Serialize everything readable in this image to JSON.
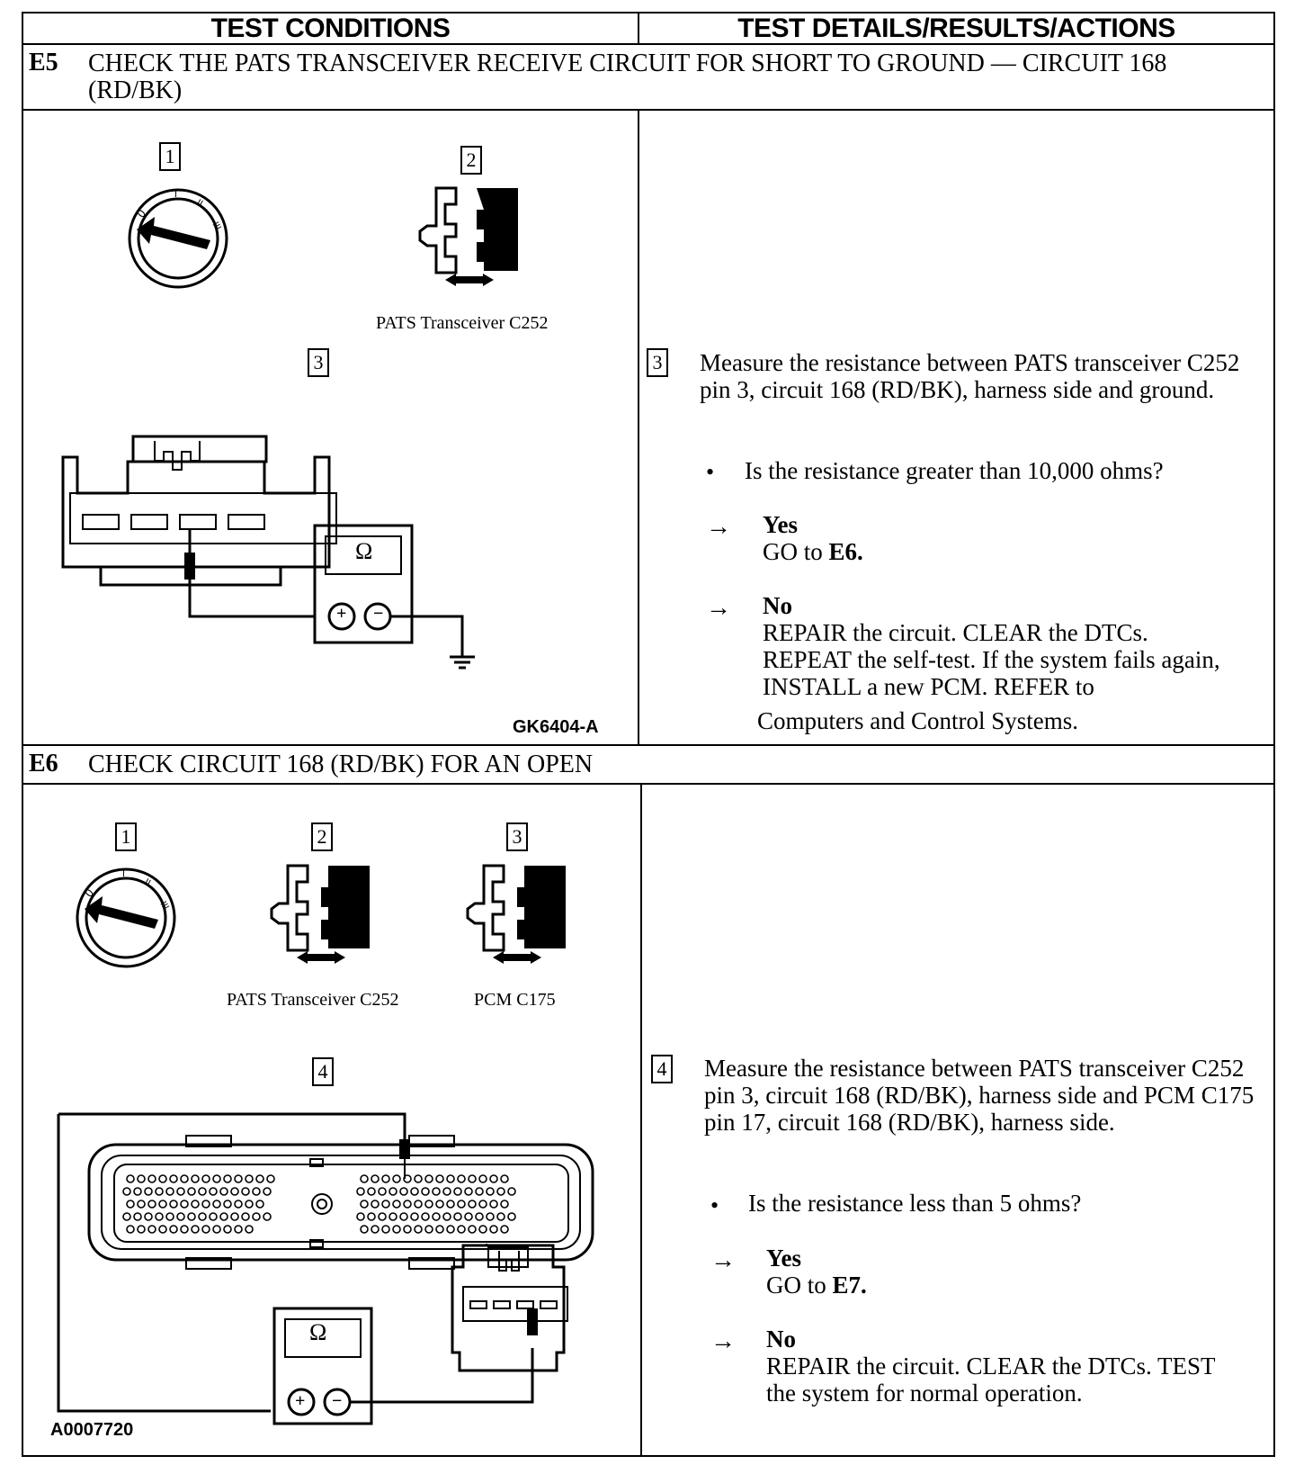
{
  "header": {
    "left": "TEST CONDITIONS",
    "right": "TEST DETAILS/RESULTS/ACTIONS"
  },
  "e5": {
    "id": "E5",
    "title": "CHECK THE PATS TRANSCEIVER RECEIVE CIRCUIT FOR SHORT TO GROUND — CIRCUIT 168 (RD/BK)",
    "fig_steps": [
      "1",
      "2",
      "3"
    ],
    "connector_label": "PATS Transceiver C252",
    "ohm_symbol": "Ω",
    "figure_id": "GK6404-A",
    "step_num": "3",
    "instruction": "Measure the resistance between PATS transceiver C252 pin 3, circuit 168 (RD/BK), harness side and ground.",
    "question": "Is the resistance greater than 10,000 ohms?",
    "yes_label": "Yes",
    "yes_action_prefix": "GO to ",
    "yes_action_target": "E6.",
    "no_label": "No",
    "no_action": "REPAIR the circuit. CLEAR the DTCs. REPEAT the self-test. If the system fails again, INSTALL a new PCM. REFER to",
    "no_action_tail": "Computers and Control Systems."
  },
  "e6": {
    "id": "E6",
    "title": "CHECK CIRCUIT 168 (RD/BK) FOR AN OPEN",
    "fig_steps": [
      "1",
      "2",
      "3",
      "4"
    ],
    "connector_label_1": "PATS Transceiver C252",
    "connector_label_2": "PCM C175",
    "ohm_symbol": "Ω",
    "figure_id": "A0007720",
    "step_num": "4",
    "instruction": "Measure the resistance between PATS transceiver C252 pin 3, circuit 168 (RD/BK), harness side and PCM C175 pin 17, circuit 168 (RD/BK), harness side.",
    "question": "Is the resistance less than 5 ohms?",
    "yes_label": "Yes",
    "yes_action_prefix": "GO to ",
    "yes_action_target": "E7.",
    "no_label": "No",
    "no_action": "REPAIR the circuit. CLEAR the DTCs. TEST the system for normal operation."
  },
  "symbols": {
    "arrow": "→",
    "bullet": "•",
    "plus": "+",
    "minus": "−"
  }
}
